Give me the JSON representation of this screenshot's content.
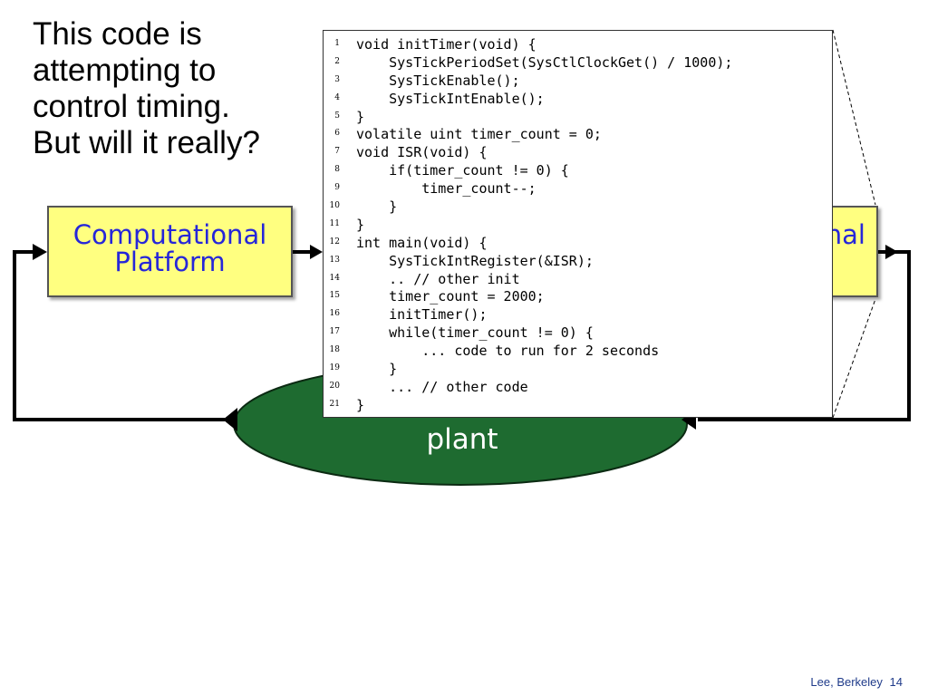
{
  "question": {
    "lines": [
      "This code is",
      "attempting to",
      "control timing.",
      "But will it really?"
    ]
  },
  "diagram": {
    "computational_box": [
      "Computational",
      "Platform"
    ],
    "right_box_visible": "nal",
    "plant_label": "plant",
    "colors": {
      "box_fill": "#ffff80",
      "box_text": "#2626d9",
      "plant_fill": "#1e6b30",
      "arrow": "#000000"
    }
  },
  "code_listing": {
    "lines": [
      {
        "n": "1",
        "code": "void initTimer(void) {"
      },
      {
        "n": "2",
        "code": "    SysTickPeriodSet(SysCtlClockGet() / 1000);"
      },
      {
        "n": "3",
        "code": "    SysTickEnable();"
      },
      {
        "n": "4",
        "code": "    SysTickIntEnable();"
      },
      {
        "n": "5",
        "code": "}"
      },
      {
        "n": "6",
        "code": "volatile uint timer_count = 0;"
      },
      {
        "n": "7",
        "code": "void ISR(void) {"
      },
      {
        "n": "8",
        "code": "    if(timer_count != 0) {"
      },
      {
        "n": "9",
        "code": "        timer_count--;"
      },
      {
        "n": "10",
        "code": "    }"
      },
      {
        "n": "11",
        "code": "}"
      },
      {
        "n": "12",
        "code": "int main(void) {"
      },
      {
        "n": "13",
        "code": "    SysTickIntRegister(&ISR);"
      },
      {
        "n": "14",
        "code": "    .. // other init",
        "comment": true
      },
      {
        "n": "15",
        "code": "    timer_count = 2000;"
      },
      {
        "n": "16",
        "code": "    initTimer();"
      },
      {
        "n": "17",
        "code": "    while(timer_count != 0) {"
      },
      {
        "n": "18",
        "code": "        ... code to run for 2 seconds"
      },
      {
        "n": "19",
        "code": "    }"
      },
      {
        "n": "20",
        "code": "    ... // other code",
        "comment": true
      },
      {
        "n": "21",
        "code": "}"
      }
    ]
  },
  "footer": {
    "author": "Lee, Berkeley",
    "page": "14"
  }
}
